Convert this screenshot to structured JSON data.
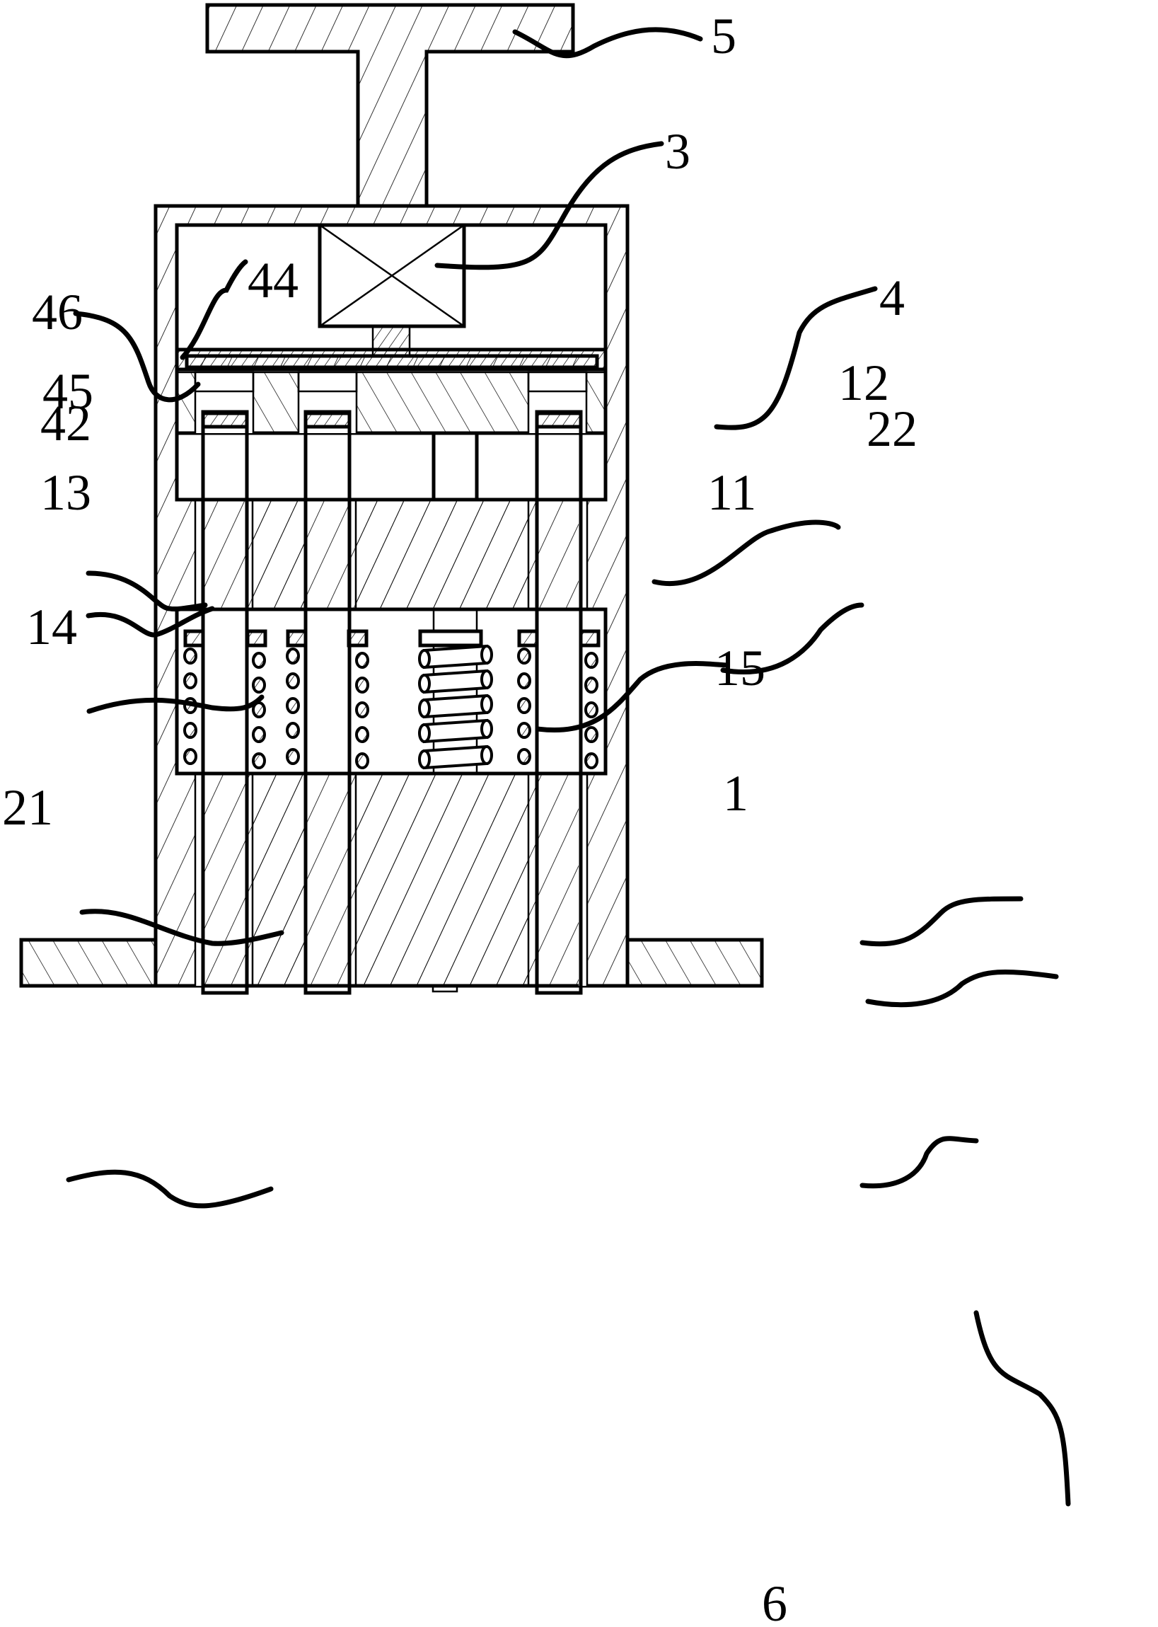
{
  "figure": {
    "type": "mechanical cross-section",
    "colors": {
      "line": "#000000",
      "background": "#ffffff"
    }
  },
  "labels": {
    "l1": "1",
    "l3": "3",
    "l4": "4",
    "l5": "5",
    "l6": "6",
    "l11": "11",
    "l12": "12",
    "l13": "13",
    "l14": "14",
    "l15": "15",
    "l21": "21",
    "l22": "22",
    "l42": "42",
    "l44": "44",
    "l45": "45",
    "l46": "46"
  }
}
